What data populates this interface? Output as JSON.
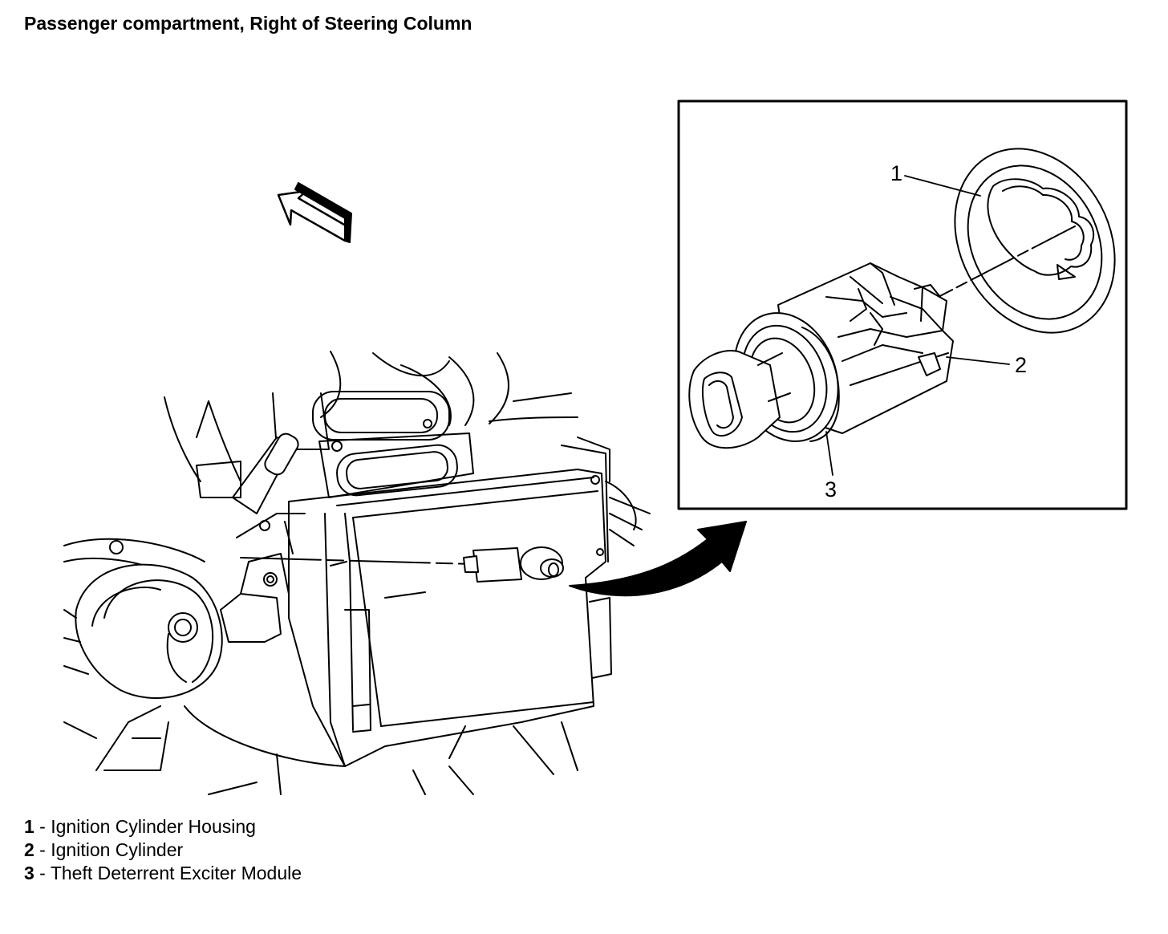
{
  "title": "Passenger compartment, Right of Steering Column",
  "callouts": [
    "1",
    "2",
    "3"
  ],
  "legend": [
    {
      "num": "1",
      "text": "Ignition Cylinder Housing"
    },
    {
      "num": "2",
      "text": "Ignition Cylinder"
    },
    {
      "num": "3",
      "text": "Theft Deterrent Exciter Module"
    }
  ],
  "legend_separator": " - ",
  "colors": {
    "line": "#000000",
    "background": "#ffffff"
  }
}
